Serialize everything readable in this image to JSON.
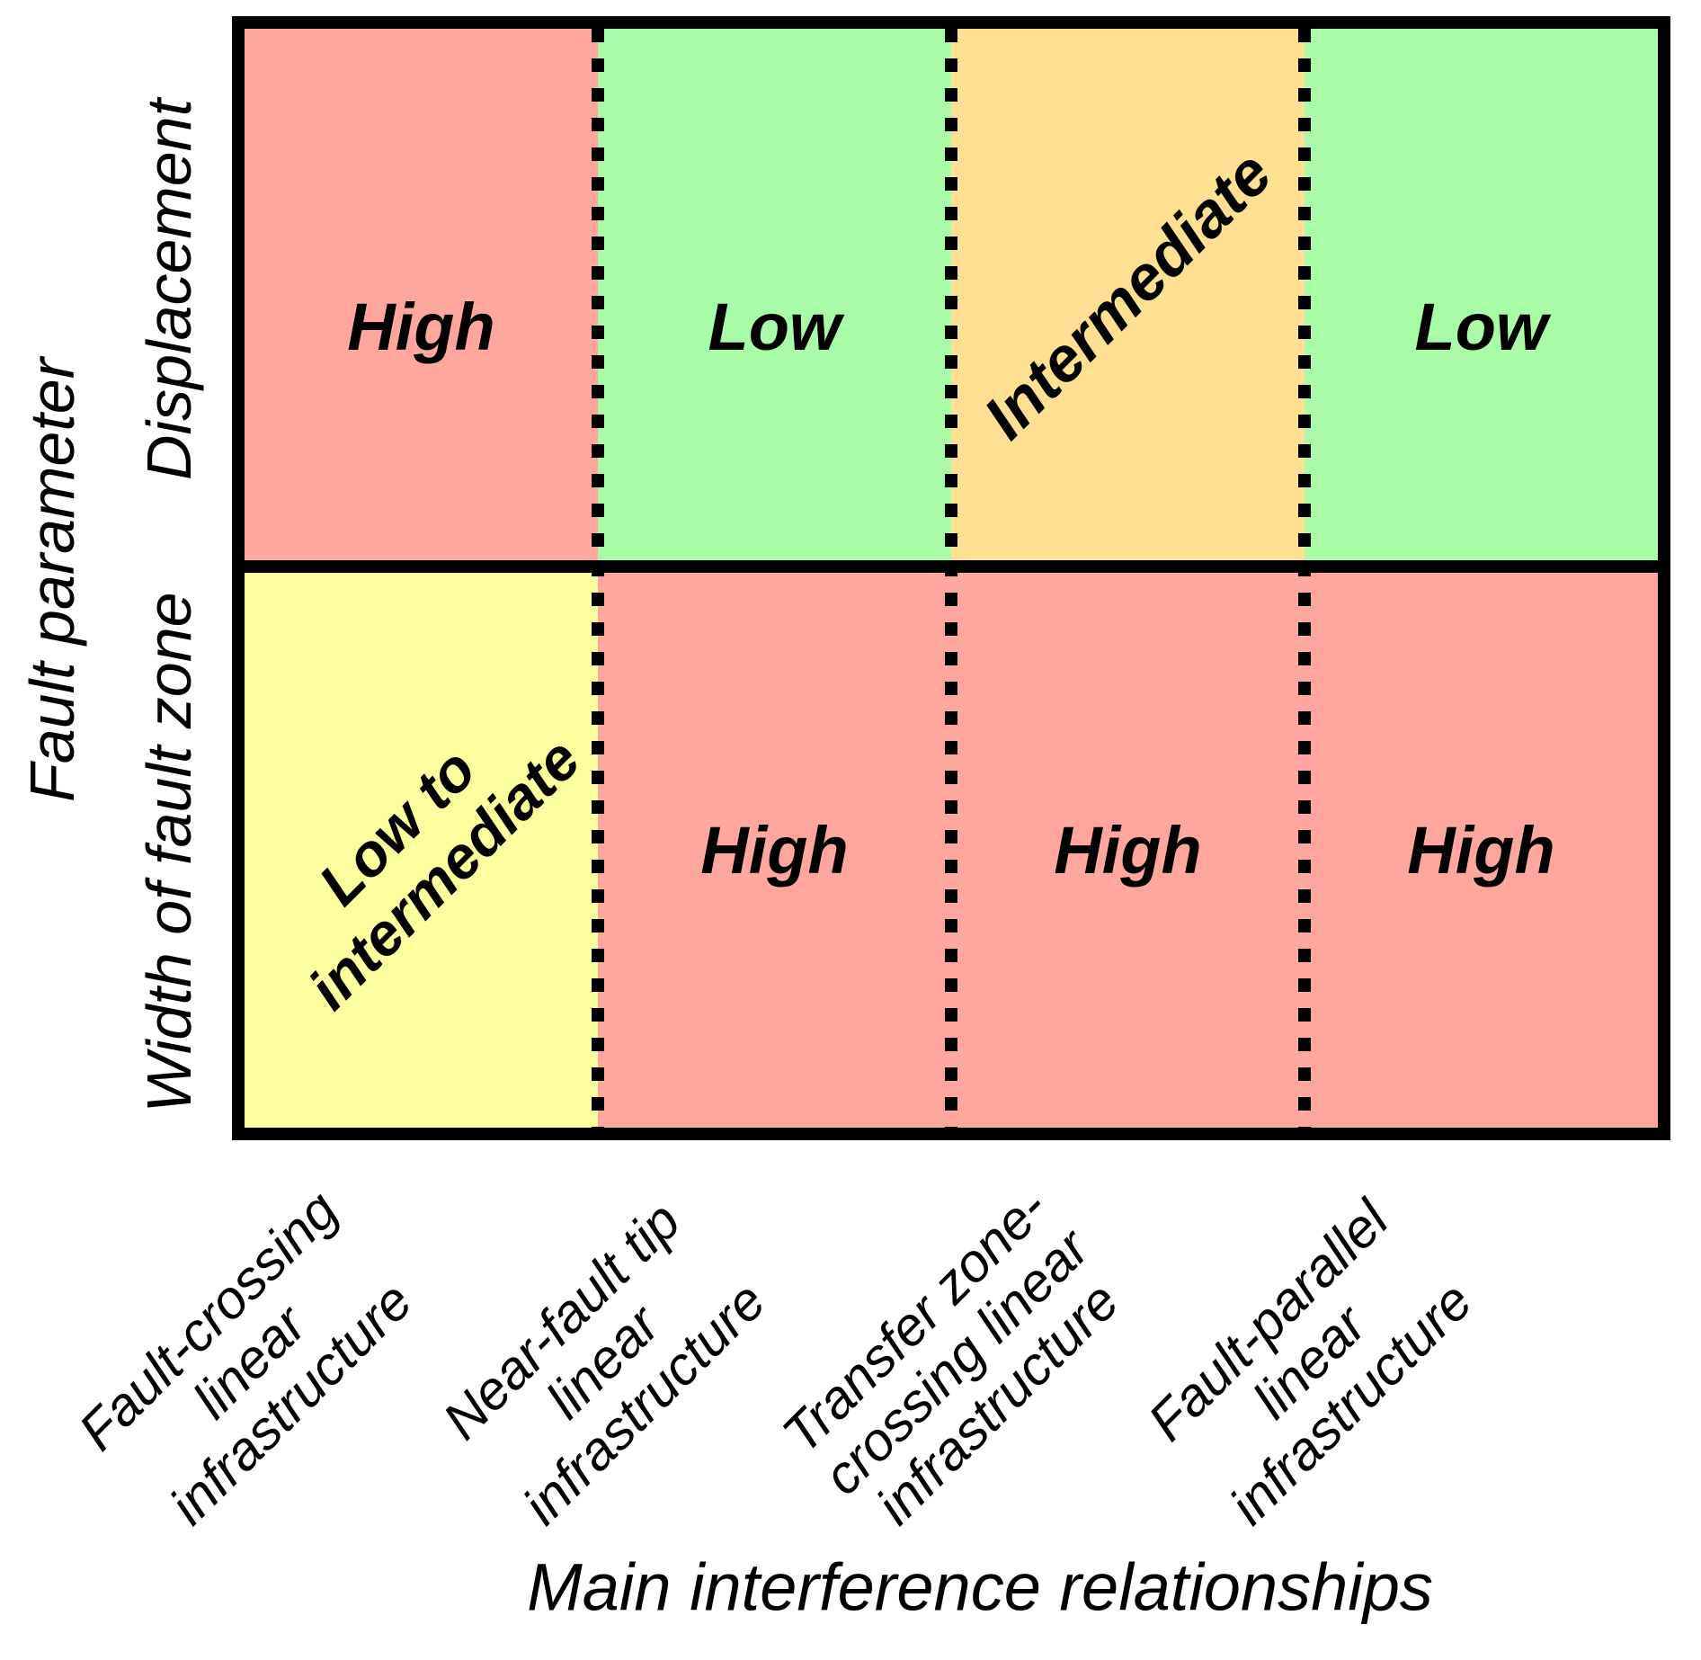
{
  "figure": {
    "y_axis_title": "Fault parameter",
    "x_axis_title": "Main interference relationships",
    "colors": {
      "high": "#FFA79F",
      "low": "#AAFBA8",
      "intermediate": "#FFE093",
      "low_to_intermediate": "#FDFE9E",
      "line": "#000000"
    },
    "rows": [
      {
        "label": "Displacement",
        "cells": [
          {
            "value": "High",
            "color": "#FFA79F"
          },
          {
            "value": "Low",
            "color": "#AAFBA8"
          },
          {
            "value": "Intermediate",
            "color": "#FFE093"
          },
          {
            "value": "Low",
            "color": "#AAFBA8"
          }
        ]
      },
      {
        "label": "Width of fault zone",
        "cells": [
          {
            "value": "Low to intermediate",
            "lines": [
              "Low to",
              "intermediate"
            ],
            "color": "#FDFE9E"
          },
          {
            "value": "High",
            "color": "#FFA79F"
          },
          {
            "value": "High",
            "color": "#FFA79F"
          },
          {
            "value": "High",
            "color": "#FFA79F"
          }
        ]
      }
    ],
    "columns": [
      {
        "lines": [
          "Fault-crossing",
          "linear",
          "infrastructure"
        ]
      },
      {
        "lines": [
          "Near-fault tip",
          "linear",
          "infrastructure"
        ]
      },
      {
        "lines": [
          "Transfer zone-",
          "crossing linear",
          "infrastructure"
        ]
      },
      {
        "lines": [
          "Fault-parallel",
          "linear",
          "infrastructure"
        ]
      }
    ]
  },
  "chart_data": {
    "type": "heatmap",
    "x_categories": [
      "Fault-crossing linear infrastructure",
      "Near-fault tip linear infrastructure",
      "Transfer zone-crossing linear infrastructure",
      "Fault-parallel linear infrastructure"
    ],
    "y_categories": [
      "Displacement",
      "Width of fault zone"
    ],
    "values": [
      [
        "High",
        "Low",
        "Intermediate",
        "Low"
      ],
      [
        "Low to intermediate",
        "High",
        "High",
        "High"
      ]
    ],
    "cell_colors": [
      [
        "#FFA79F",
        "#AAFBA8",
        "#FFE093",
        "#AAFBA8"
      ],
      [
        "#FDFE9E",
        "#FFA79F",
        "#FFA79F",
        "#FFA79F"
      ]
    ],
    "xlabel": "Main interference relationships",
    "ylabel": "Fault parameter",
    "legend_position": "none",
    "grid": "solid outer border and row divider, dashed column dividers"
  }
}
